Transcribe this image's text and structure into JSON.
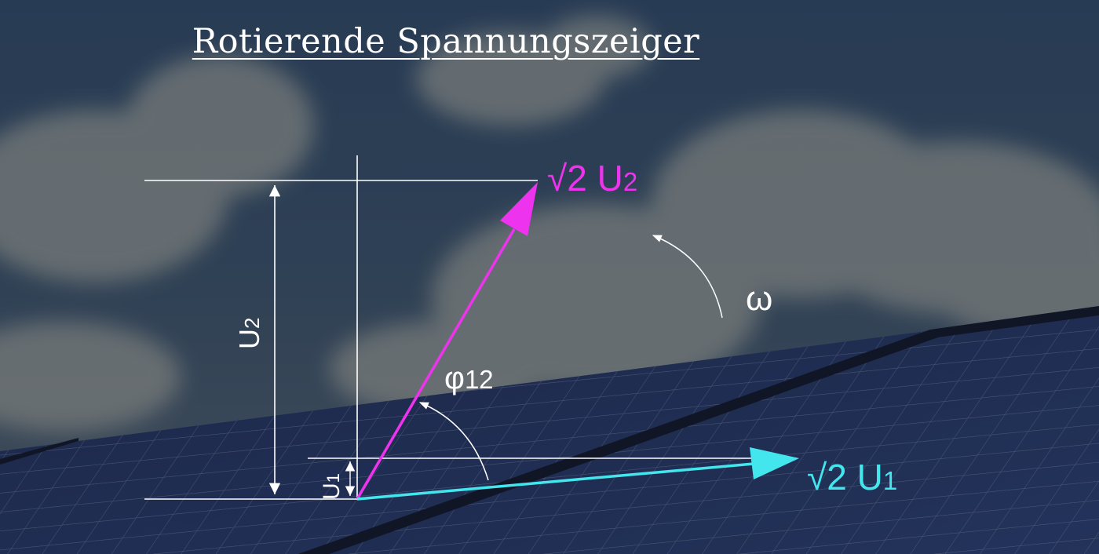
{
  "title": "Rotierende Spannungszeiger",
  "labels": {
    "u2_phasor": {
      "main": "√2 U",
      "sub": "2"
    },
    "u1_phasor": {
      "main": "√2 U",
      "sub": "1"
    },
    "u2_height": {
      "main": "U",
      "sub": "2"
    },
    "u1_height": {
      "main": "U",
      "sub": "1"
    },
    "phase_angle": {
      "main": "φ",
      "sub": "12"
    },
    "angular_velocity": "ω"
  },
  "colors": {
    "u2_phasor": "#ee33ee",
    "u1_phasor": "#44e6ee",
    "construction_lines": "#ffffff",
    "title": "#ffffff"
  }
}
